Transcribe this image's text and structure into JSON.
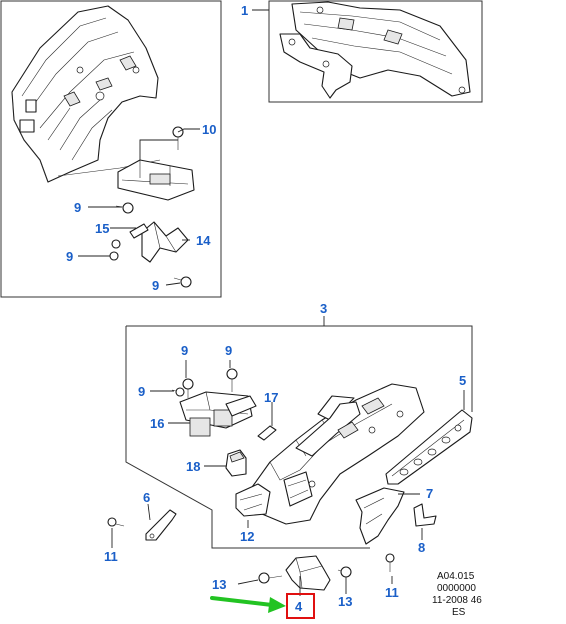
{
  "callouts": {
    "c1": "1",
    "c3": "3",
    "c4": "4",
    "c5": "5",
    "c6": "6",
    "c7": "7",
    "c8": "8",
    "c9": "9",
    "c10": "10",
    "c11": "11",
    "c12": "12",
    "c13": "13",
    "c14": "14",
    "c15": "15",
    "c16": "16",
    "c17": "17",
    "c18": "18"
  },
  "footer": {
    "line1": "A04.015",
    "line2": "0000000",
    "line3": "11-2008 46",
    "line4": "ES"
  },
  "colors": {
    "callout": "#1a5fc8",
    "highlight_box": "#e01010",
    "arrow": "#22c322"
  }
}
